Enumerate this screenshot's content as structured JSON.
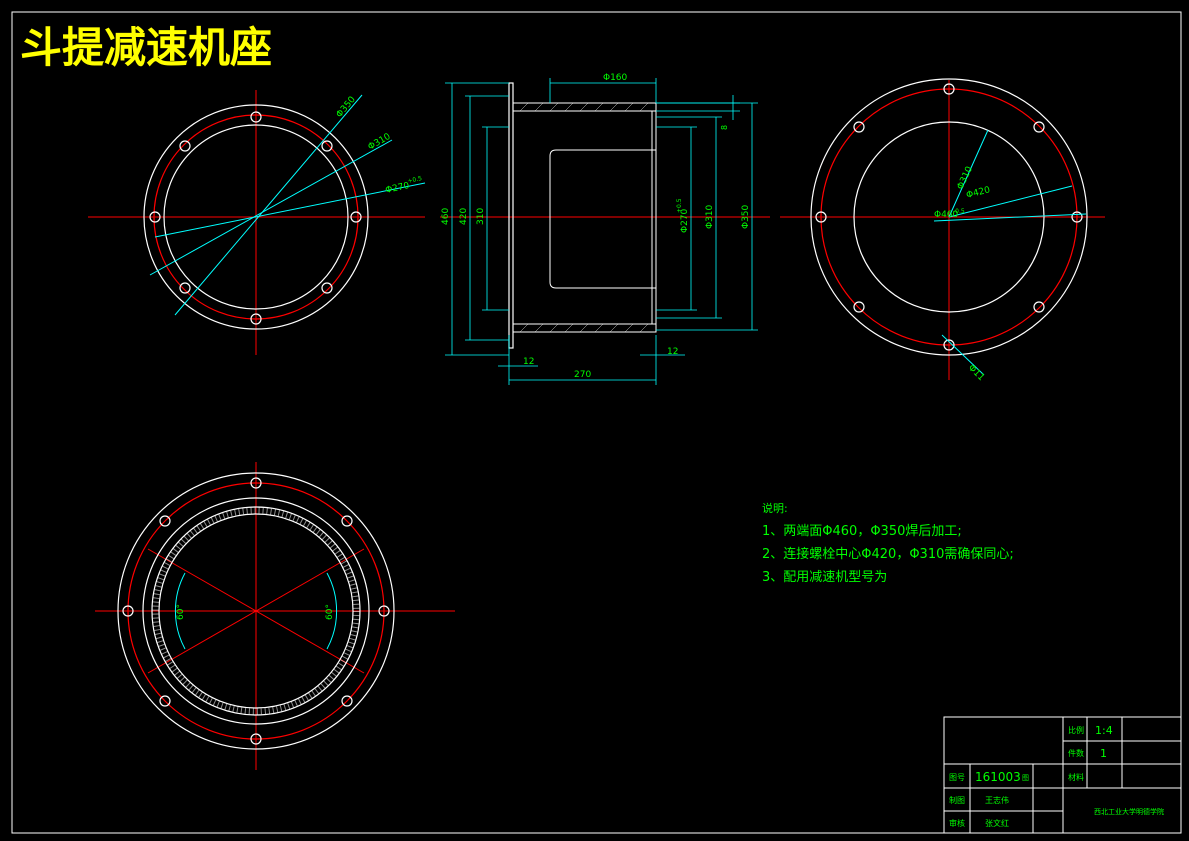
{
  "title": "斗提减速机座",
  "colors": {
    "background": "#000000",
    "outline": "#ffffff",
    "centerline": "#ff0000",
    "dimension": "#00ffff",
    "dimension_text": "#00ff00",
    "title": "#ffff00",
    "notes": "#00ff00"
  },
  "view_left": {
    "dims": [
      "Φ350",
      "Φ310",
      "Φ270"
    ],
    "tol": "+0.5"
  },
  "view_section": {
    "top": "Φ160",
    "right_small": "8",
    "left_dims": [
      "460",
      "420",
      "310"
    ],
    "inner_dims": [
      "Φ270",
      "Φ310",
      "Φ350"
    ],
    "inner_tol": "+0.5",
    "bottom_left": "12",
    "bottom_right": "12",
    "bottom_length": "270"
  },
  "view_right": {
    "dims": [
      "Φ310",
      "Φ420",
      "Φ460"
    ],
    "tol_460": "-0.5",
    "hole": "Φ11"
  },
  "view_bottom": {
    "angle_left": "60°",
    "angle_right": "60°"
  },
  "notes": {
    "heading": "说明:",
    "items": [
      "1、两端面Φ460，Φ350焊后加工;",
      "2、连接螺栓中心Φ420，Φ310需确保同心;",
      "3、配用减速机型号为"
    ]
  },
  "title_block": {
    "scale_label": "比例",
    "scale_value": "1:4",
    "qty_label": "件数",
    "qty_value": "1",
    "drawing_label": "图号",
    "drawing_no": "161003",
    "drawing_suffix": "图",
    "material_label": "材料",
    "drafter_label": "制图",
    "drafter": "王志伟",
    "checker_label": "审核",
    "checker": "张文红",
    "school": "西北工业大学明德学院"
  }
}
